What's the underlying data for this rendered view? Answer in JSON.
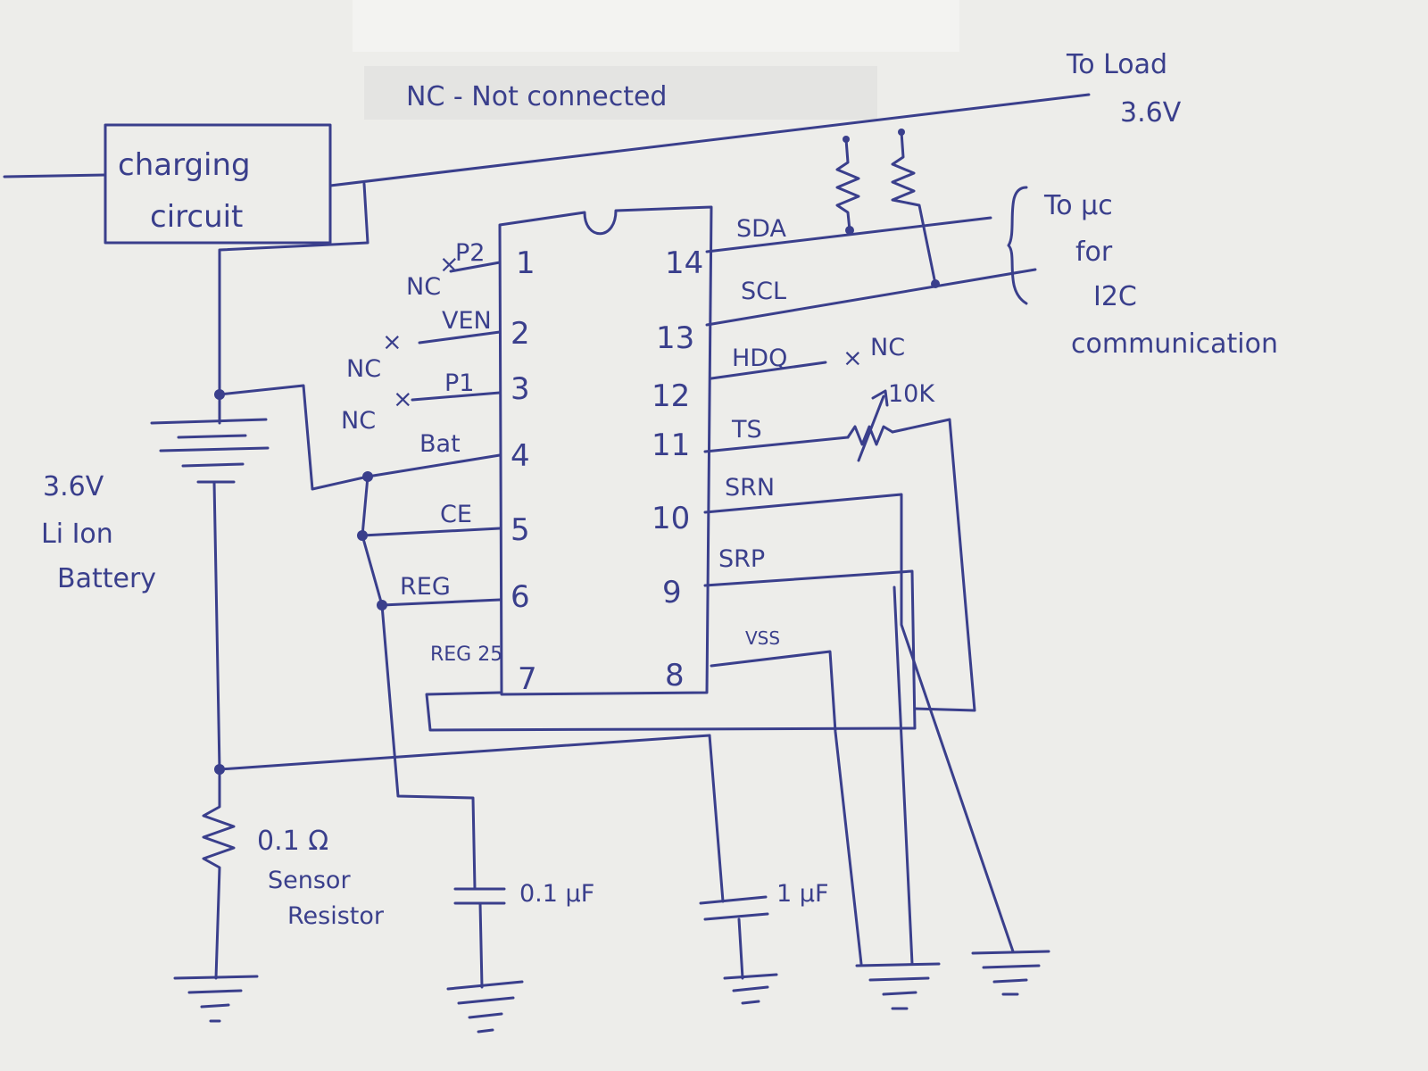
{
  "legend": "NC - Not connected",
  "charging_circuit": {
    "line1": "charging",
    "line2": "circuit"
  },
  "load": {
    "line1": "To Load",
    "line2": "3.6V"
  },
  "battery": {
    "line1": "3.6V",
    "line2": "Li Ion",
    "line3": "Battery"
  },
  "uc": {
    "line1": "To μc",
    "line2": "for",
    "line3": "I2C",
    "line4": "communication"
  },
  "nc": "NC",
  "nc_mark": "×",
  "ic": {
    "left_pins": [
      {
        "num": "1",
        "label": "P2"
      },
      {
        "num": "2",
        "label": "VEN"
      },
      {
        "num": "3",
        "label": "P1"
      },
      {
        "num": "4",
        "label": "Bat"
      },
      {
        "num": "5",
        "label": "CE"
      },
      {
        "num": "6",
        "label": "REG"
      },
      {
        "num": "7",
        "label": "REG 25"
      }
    ],
    "right_pins": [
      {
        "num": "14",
        "label": "SDA"
      },
      {
        "num": "13",
        "label": "SCL"
      },
      {
        "num": "12",
        "label": "HDQ"
      },
      {
        "num": "11",
        "label": "TS"
      },
      {
        "num": "10",
        "label": "SRN"
      },
      {
        "num": "9",
        "label": "SRP"
      },
      {
        "num": "8",
        "label": "VSS"
      }
    ]
  },
  "thermistor": "10K",
  "sense_resistor": {
    "line1": "0.1 Ω",
    "line2": "Sensor",
    "line3": "Resistor"
  },
  "cap_reg": "0.1 μF",
  "cap_vss": "1 μF"
}
